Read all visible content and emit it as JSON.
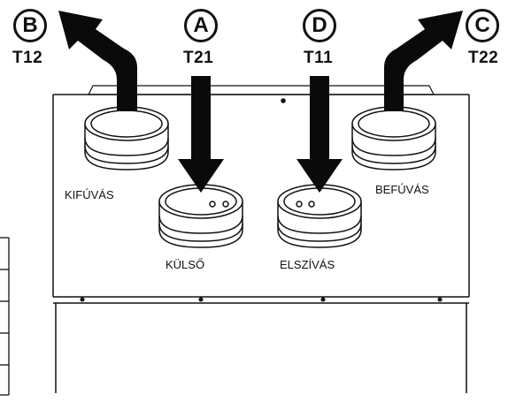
{
  "ports": {
    "B": {
      "letter": "B",
      "code": "T12",
      "name": "KIFÚVÁS"
    },
    "A": {
      "letter": "A",
      "code": "T21",
      "name": "KÜLSŐ"
    },
    "D": {
      "letter": "D",
      "code": "T11",
      "name": "ELSZÍVÁS"
    },
    "C": {
      "letter": "C",
      "code": "T22",
      "name": "BEFÚVÁS"
    }
  },
  "colors": {
    "line": "#111111",
    "fill": "#ffffff",
    "arrow": "#0a0a0a"
  }
}
